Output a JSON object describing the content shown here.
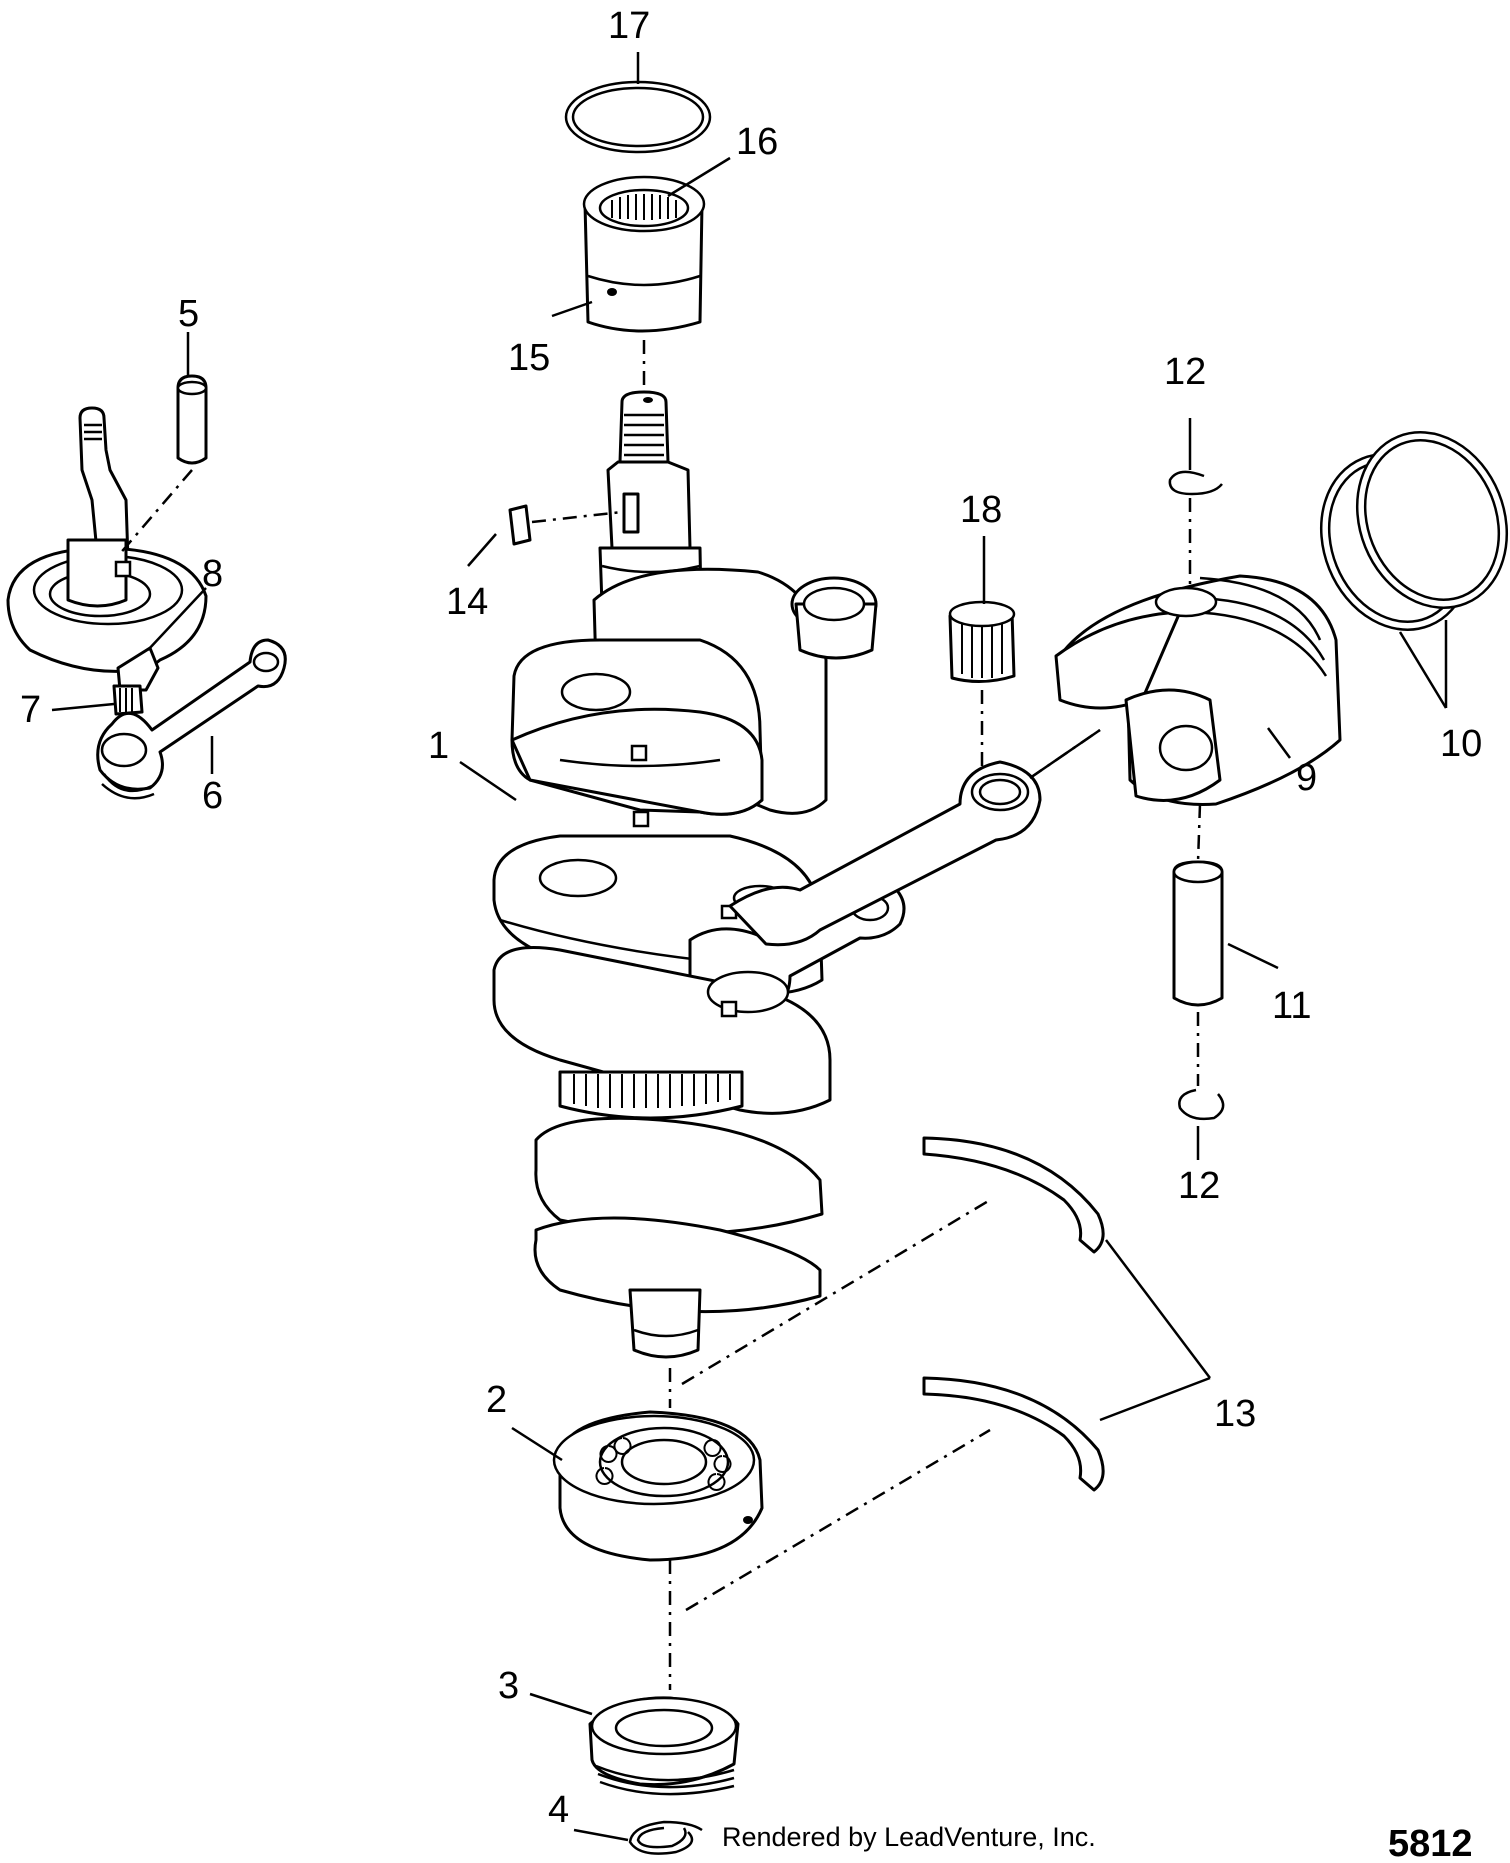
{
  "callouts": {
    "c1": "1",
    "c2": "2",
    "c3": "3",
    "c4": "4",
    "c5": "5",
    "c6": "6",
    "c7": "7",
    "c8": "8",
    "c9": "9",
    "c10": "10",
    "c11": "11",
    "c12a": "12",
    "c12b": "12",
    "c13": "13",
    "c14": "14",
    "c15": "15",
    "c16": "16",
    "c17": "17",
    "c18": "18"
  },
  "footer": {
    "rendered_by": "Rendered by LeadVenture, Inc.",
    "diagram_code": "5812"
  }
}
